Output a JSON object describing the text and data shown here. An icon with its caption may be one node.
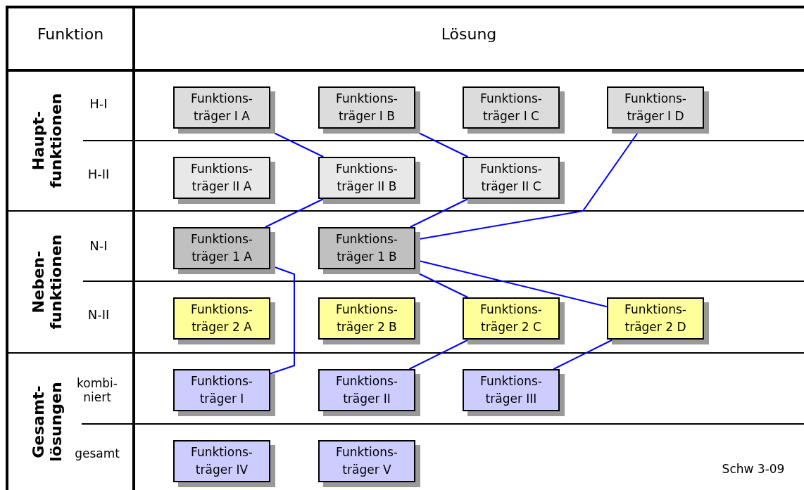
{
  "diagram": {
    "nodes": [
      {
        "text": [
          "Funktions- träger I A"
        ]
      },
      {
        "text": [
          "Funktions- träger I B"
        ]
      },
      {
        "text": [
          "Funktions- träger I C"
        ]
      },
      {
        "text": [
          "Funktions- träger I D"
        ]
      },
      {
        "text": [
          "Funktions- träger II A"
        ]
      },
      {
        "text": [
          "Funktions- träger II B"
        ]
      },
      {
        "text": [
          "Funktions- träger II C"
        ]
      },
      {
        "text": [
          "Funktions- träger 1 A"
        ]
      },
      {
        "text": [
          "Funktions- träger 1 B"
        ]
      },
      {
        "text": [
          "Funktions- träger 2 A"
        ]
      },
      {
        "text": [
          "Funktions- träger 2 B"
        ]
      },
      {
        "text": [
          "Funktions- träger 2 C"
        ]
      },
      {
        "text": [
          "Funktions- träger 2 D"
        ]
      },
      {
        "text": [
          "Funktions- träger I"
        ]
      },
      {
        "text": [
          "Funktions- träger II"
        ]
      },
      {
        "text": [
          "Funktions- träger III"
        ]
      },
      {
        "text": [
          "Funktions- träger IV"
        ]
      },
      {
        "text": [
          "Funktions- träger V"
        ]
      }
    ],
    "edges": [
      {
        "from": 0,
        "to": 5,
        "arrow": "none",
        "color": "#0000ff"
      },
      {
        "from": 5,
        "to": 7,
        "arrow": "none",
        "color": "#0000ff"
      },
      {
        "from": 7,
        "to": 13,
        "arrow": "none",
        "color": "#0000ff"
      },
      {
        "from": 1,
        "to": 6,
        "arrow": "none",
        "color": "#0000ff"
      },
      {
        "from": 6,
        "to": 8,
        "arrow": "none",
        "color": "#0000ff"
      },
      {
        "from": 8,
        "to": 11,
        "arrow": "none",
        "color": "#0000ff"
      },
      {
        "from": 11,
        "to": 14,
        "arrow": "none",
        "color": "#0000ff"
      },
      {
        "from": 3,
        "to": 8,
        "arrow": "none",
        "color": "#0000ff"
      },
      {
        "from": 8,
        "to": 12,
        "arrow": "none",
        "color": "#0000ff"
      },
      {
        "from": 12,
        "to": 15,
        "arrow": "none",
        "color": "#0000ff"
      }
    ],
    "labels": [
      "Funktion",
      "Lösung",
      "Haupt- funktionen",
      "H-I",
      "H-II",
      "Neben- funktionen",
      "N-I",
      "N-II",
      "Gesamt- lösungen",
      "kombi- niert",
      "gesamt",
      "Schw 3-09"
    ]
  }
}
